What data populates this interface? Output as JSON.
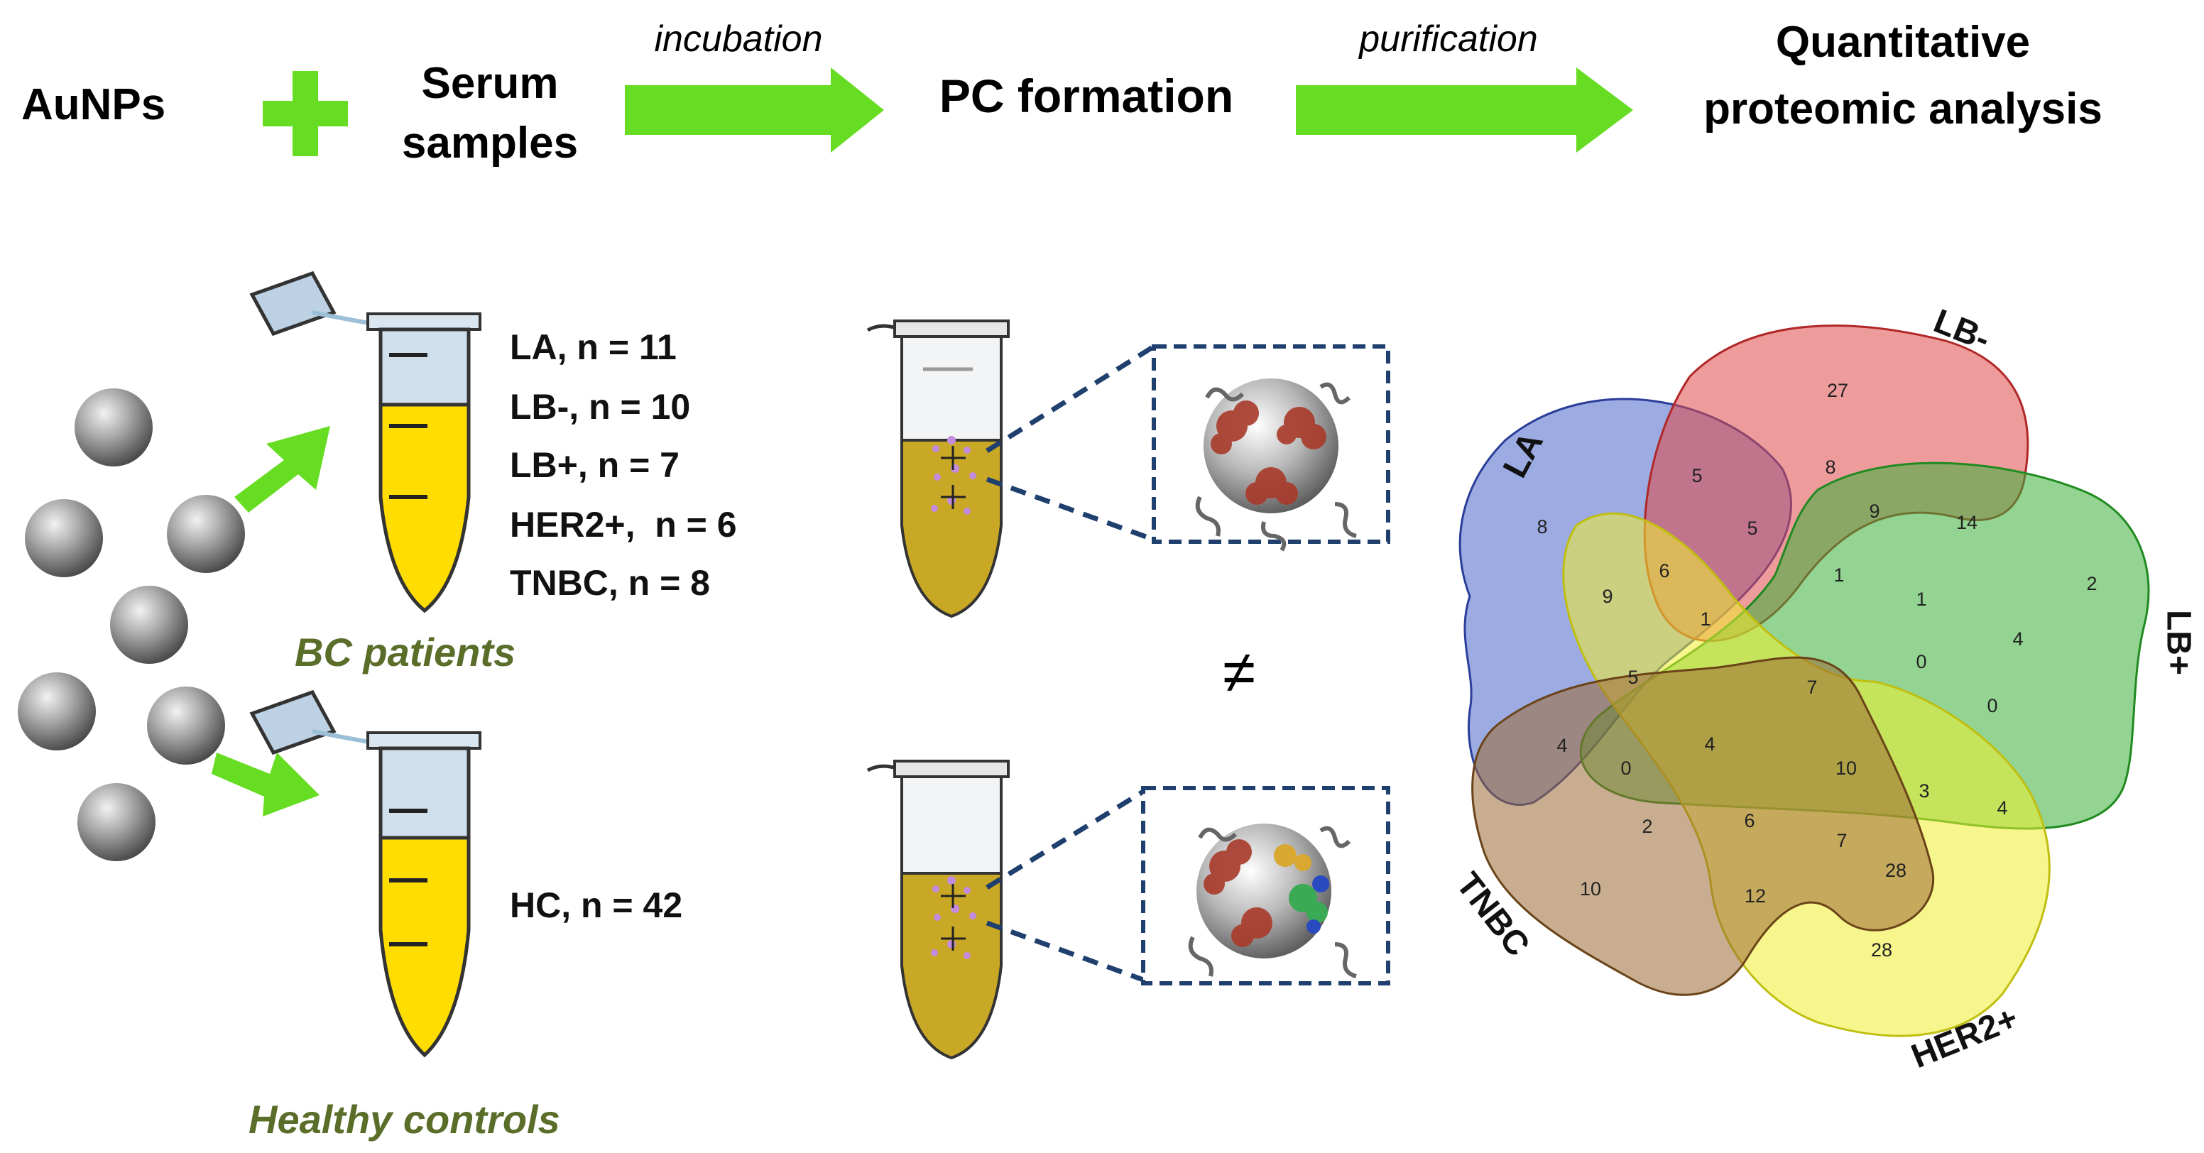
{
  "workflow": {
    "step1": "AuNPs",
    "step2_line1": "Serum",
    "step2_line2": "samples",
    "arrow1_label": "incubation",
    "step3": "PC formation",
    "arrow2_label": "purification",
    "step4_line1": "Quantitative",
    "step4_line2": "proteomic analysis"
  },
  "cohorts": {
    "bc_group_label": "BC patients",
    "hc_group_label": "Healthy controls",
    "bc_items": [
      "LA, n = 11",
      "LB-, n = 10",
      "LB+, n = 7",
      "HER2+,  n = 6",
      "TNBC, n = 8"
    ],
    "hc_item": "HC, n = 42",
    "not_equal": "≠"
  },
  "colors": {
    "arrow_green": "#66dd22",
    "group_label_green": "#5a6e2a",
    "serum_yellow": "#ffdd00",
    "pc_yellow": "#c9a825",
    "tube_cap": "#c6dce8",
    "dash_box": "#1f3f6e"
  },
  "venn": {
    "sets": [
      {
        "name": "LA",
        "color": "#4a66c8"
      },
      {
        "name": "LB-",
        "color": "#e04848"
      },
      {
        "name": "LB+",
        "color": "#3ab03a"
      },
      {
        "name": "HER2+",
        "color": "#f0ee30"
      },
      {
        "name": "TNBC",
        "color": "#9c6a34"
      }
    ],
    "counts": [
      "27",
      "5",
      "8",
      "8",
      "5",
      "9",
      "14",
      "2",
      "9",
      "6",
      "1",
      "1",
      "4",
      "1",
      "5",
      "7",
      "0",
      "0",
      "4",
      "0",
      "4",
      "10",
      "3",
      "4",
      "2",
      "6",
      "7",
      "28",
      "10",
      "12",
      "28"
    ]
  }
}
